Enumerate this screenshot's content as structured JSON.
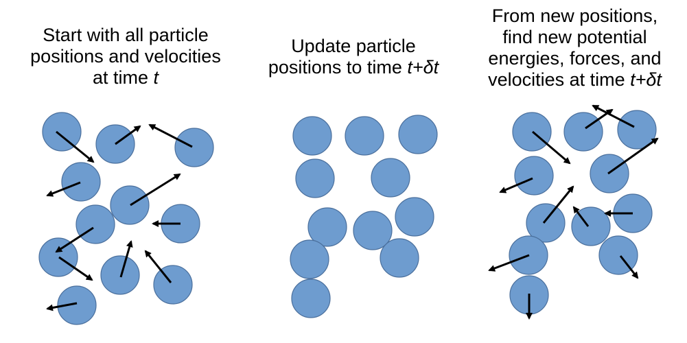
{
  "captions": {
    "panel1": {
      "line1": "Start with all particle",
      "line2": "positions and velocities",
      "line3_text": "at time ",
      "line3_var": "t"
    },
    "panel2": {
      "line1": "Update particle",
      "line2_text": "positions to time ",
      "line2_var": "t+δt"
    },
    "panel3": {
      "line1": "From new positions,",
      "line2": "find new potential",
      "line3": "energies, forces, and",
      "line4_text": "velocities at time ",
      "line4_var": "t+δt"
    }
  },
  "colors": {
    "particle_fill": "#6e9ccf",
    "particle_stroke": "#4a6f9c",
    "arrow": "#000000",
    "background": "#ffffff"
  }
}
